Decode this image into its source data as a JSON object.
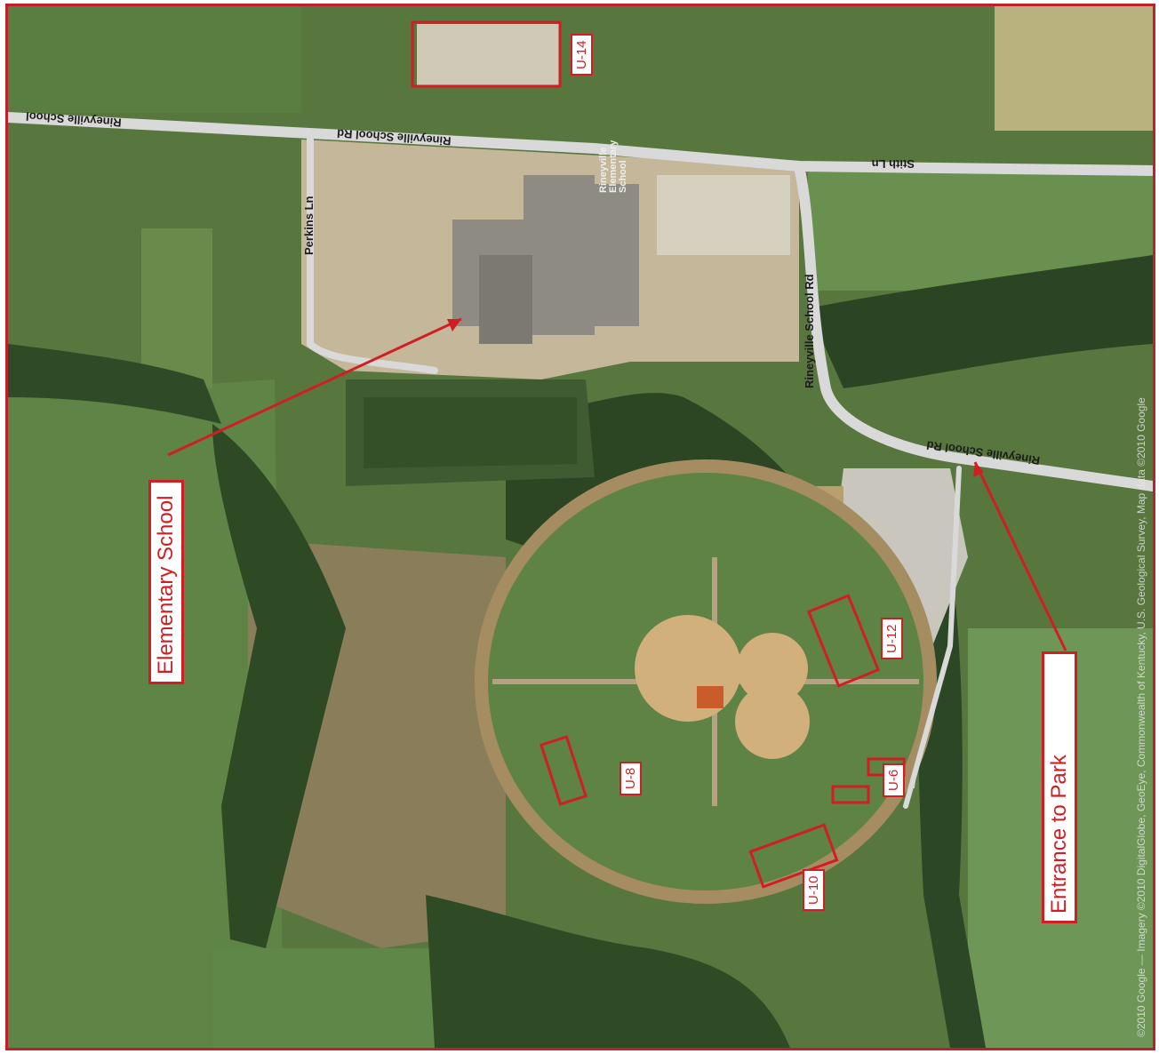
{
  "callouts": {
    "school": "Elementary School",
    "entrance": "Entrance to Park"
  },
  "fields": [
    {
      "id": "u14",
      "label": "U-14"
    },
    {
      "id": "u12",
      "label": "U-12"
    },
    {
      "id": "u6",
      "label": "U-6"
    },
    {
      "id": "u8",
      "label": "U-8"
    },
    {
      "id": "u10",
      "label": "U-10"
    }
  ],
  "roads": {
    "rineyville_school_rd_top": "Rineyville School Rd",
    "rineyville_school_left": "Rineyville School",
    "rineyville_school_rd_vertical": "Rineyville School Rd",
    "rineyville_school_rd_right": "Rineyville School Rd",
    "perkins_ln": "Perkins Ln",
    "stith_ln": "Stith Ln",
    "school_name": "Rineyville Elementary School"
  },
  "copyright": "©2010 Google — Imagery ©2010 DigitalGlobe, GeoEye, Commonwealth of Kentucky, U.S. Geological Survey, Map data ©2010 Google",
  "colors": {
    "accent": "#d01e24",
    "grass": "#4f7038",
    "road": "#d8d8d8",
    "infield": "#d2b07c"
  }
}
